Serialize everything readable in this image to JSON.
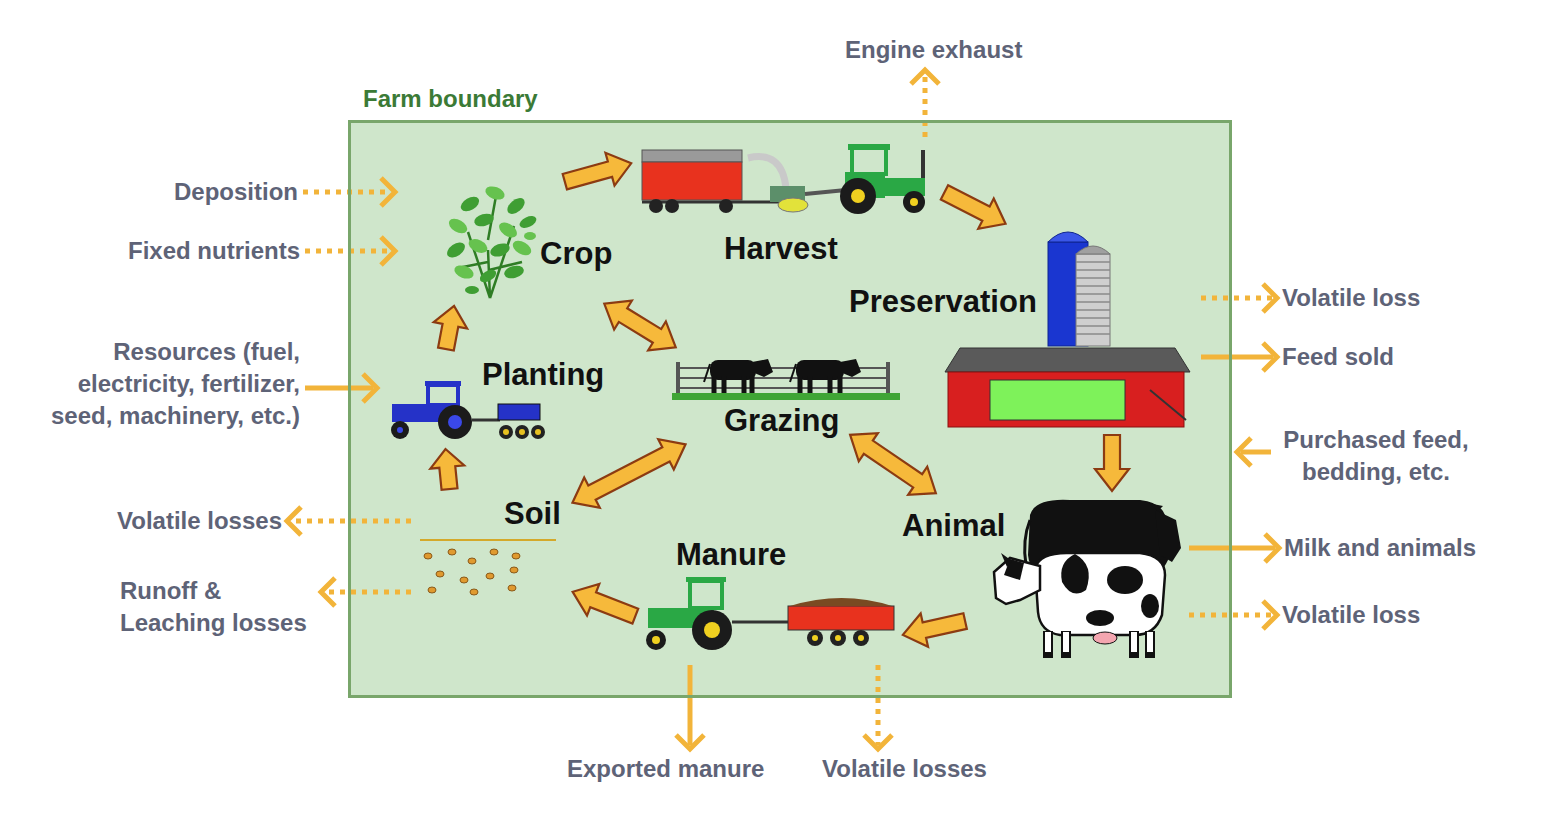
{
  "diagram": {
    "nodes": [
      {
        "text": [
          "Farm boundary"
        ]
      },
      {
        "text": [
          "Crop"
        ],
        "in": 0
      },
      {
        "text": [
          "Harvest"
        ],
        "in": 0
      },
      {
        "text": [
          "Preservation"
        ],
        "in": 0
      },
      {
        "text": [
          "Planting"
        ],
        "in": 0
      },
      {
        "text": [
          "Grazing"
        ],
        "in": 0
      },
      {
        "text": [
          "Soil"
        ],
        "in": 0
      },
      {
        "text": [
          "Manure"
        ],
        "in": 0
      },
      {
        "text": [
          "Animal"
        ],
        "in": 0
      },
      {
        "text": [
          "Engine exhaust"
        ]
      },
      {
        "text": [
          "Deposition"
        ]
      },
      {
        "text": [
          "Fixed nutrients"
        ]
      },
      {
        "text": [
          "Resources (fuel, electricity, fertilizer, seed, machinery, etc.)"
        ]
      },
      {
        "text": [
          "Volatile losses"
        ]
      },
      {
        "text": [
          "Runoff & Leaching losses"
        ]
      },
      {
        "text": [
          "Exported manure"
        ]
      },
      {
        "text": [
          "Volatile losses"
        ]
      },
      {
        "text": [
          "Volatile loss"
        ]
      },
      {
        "text": [
          "Feed sold"
        ]
      },
      {
        "text": [
          "Purchased feed, bedding, etc."
        ]
      },
      {
        "text": [
          "Milk and animals"
        ]
      },
      {
        "text": [
          "Volatile loss"
        ]
      }
    ],
    "edges": [
      {
        "from": 1,
        "to": 2,
        "arrow": "to"
      },
      {
        "from": 2,
        "to": 3,
        "arrow": "to"
      },
      {
        "from": 3,
        "to": 8,
        "arrow": "to"
      },
      {
        "from": 8,
        "to": 7,
        "arrow": "to"
      },
      {
        "from": 7,
        "to": 6,
        "arrow": "to"
      },
      {
        "from": 6,
        "to": 4,
        "arrow": "to"
      },
      {
        "from": 4,
        "to": 1,
        "arrow": "to"
      },
      {
        "from": 1,
        "to": 5,
        "arrow": "both"
      },
      {
        "from": 5,
        "to": 6,
        "arrow": "both"
      },
      {
        "from": 5,
        "to": 8,
        "arrow": "both"
      },
      {
        "from": 2,
        "to": 9,
        "arrow": "to"
      },
      {
        "from": 10,
        "to": 1,
        "arrow": "to"
      },
      {
        "from": 11,
        "to": 1,
        "arrow": "to"
      },
      {
        "from": 12,
        "to": 4,
        "arrow": "to"
      },
      {
        "from": 6,
        "to": 13,
        "arrow": "to"
      },
      {
        "from": 6,
        "to": 14,
        "arrow": "to"
      },
      {
        "from": 7,
        "to": 15,
        "arrow": "to"
      },
      {
        "from": 7,
        "to": 16,
        "arrow": "to"
      },
      {
        "from": 3,
        "to": 17,
        "arrow": "to"
      },
      {
        "from": 3,
        "to": 18,
        "arrow": "to"
      },
      {
        "from": 19,
        "to": 0,
        "arrow": "to"
      },
      {
        "from": 8,
        "to": 20,
        "arrow": "to"
      },
      {
        "from": 8,
        "to": 21,
        "arrow": "to"
      }
    ]
  }
}
